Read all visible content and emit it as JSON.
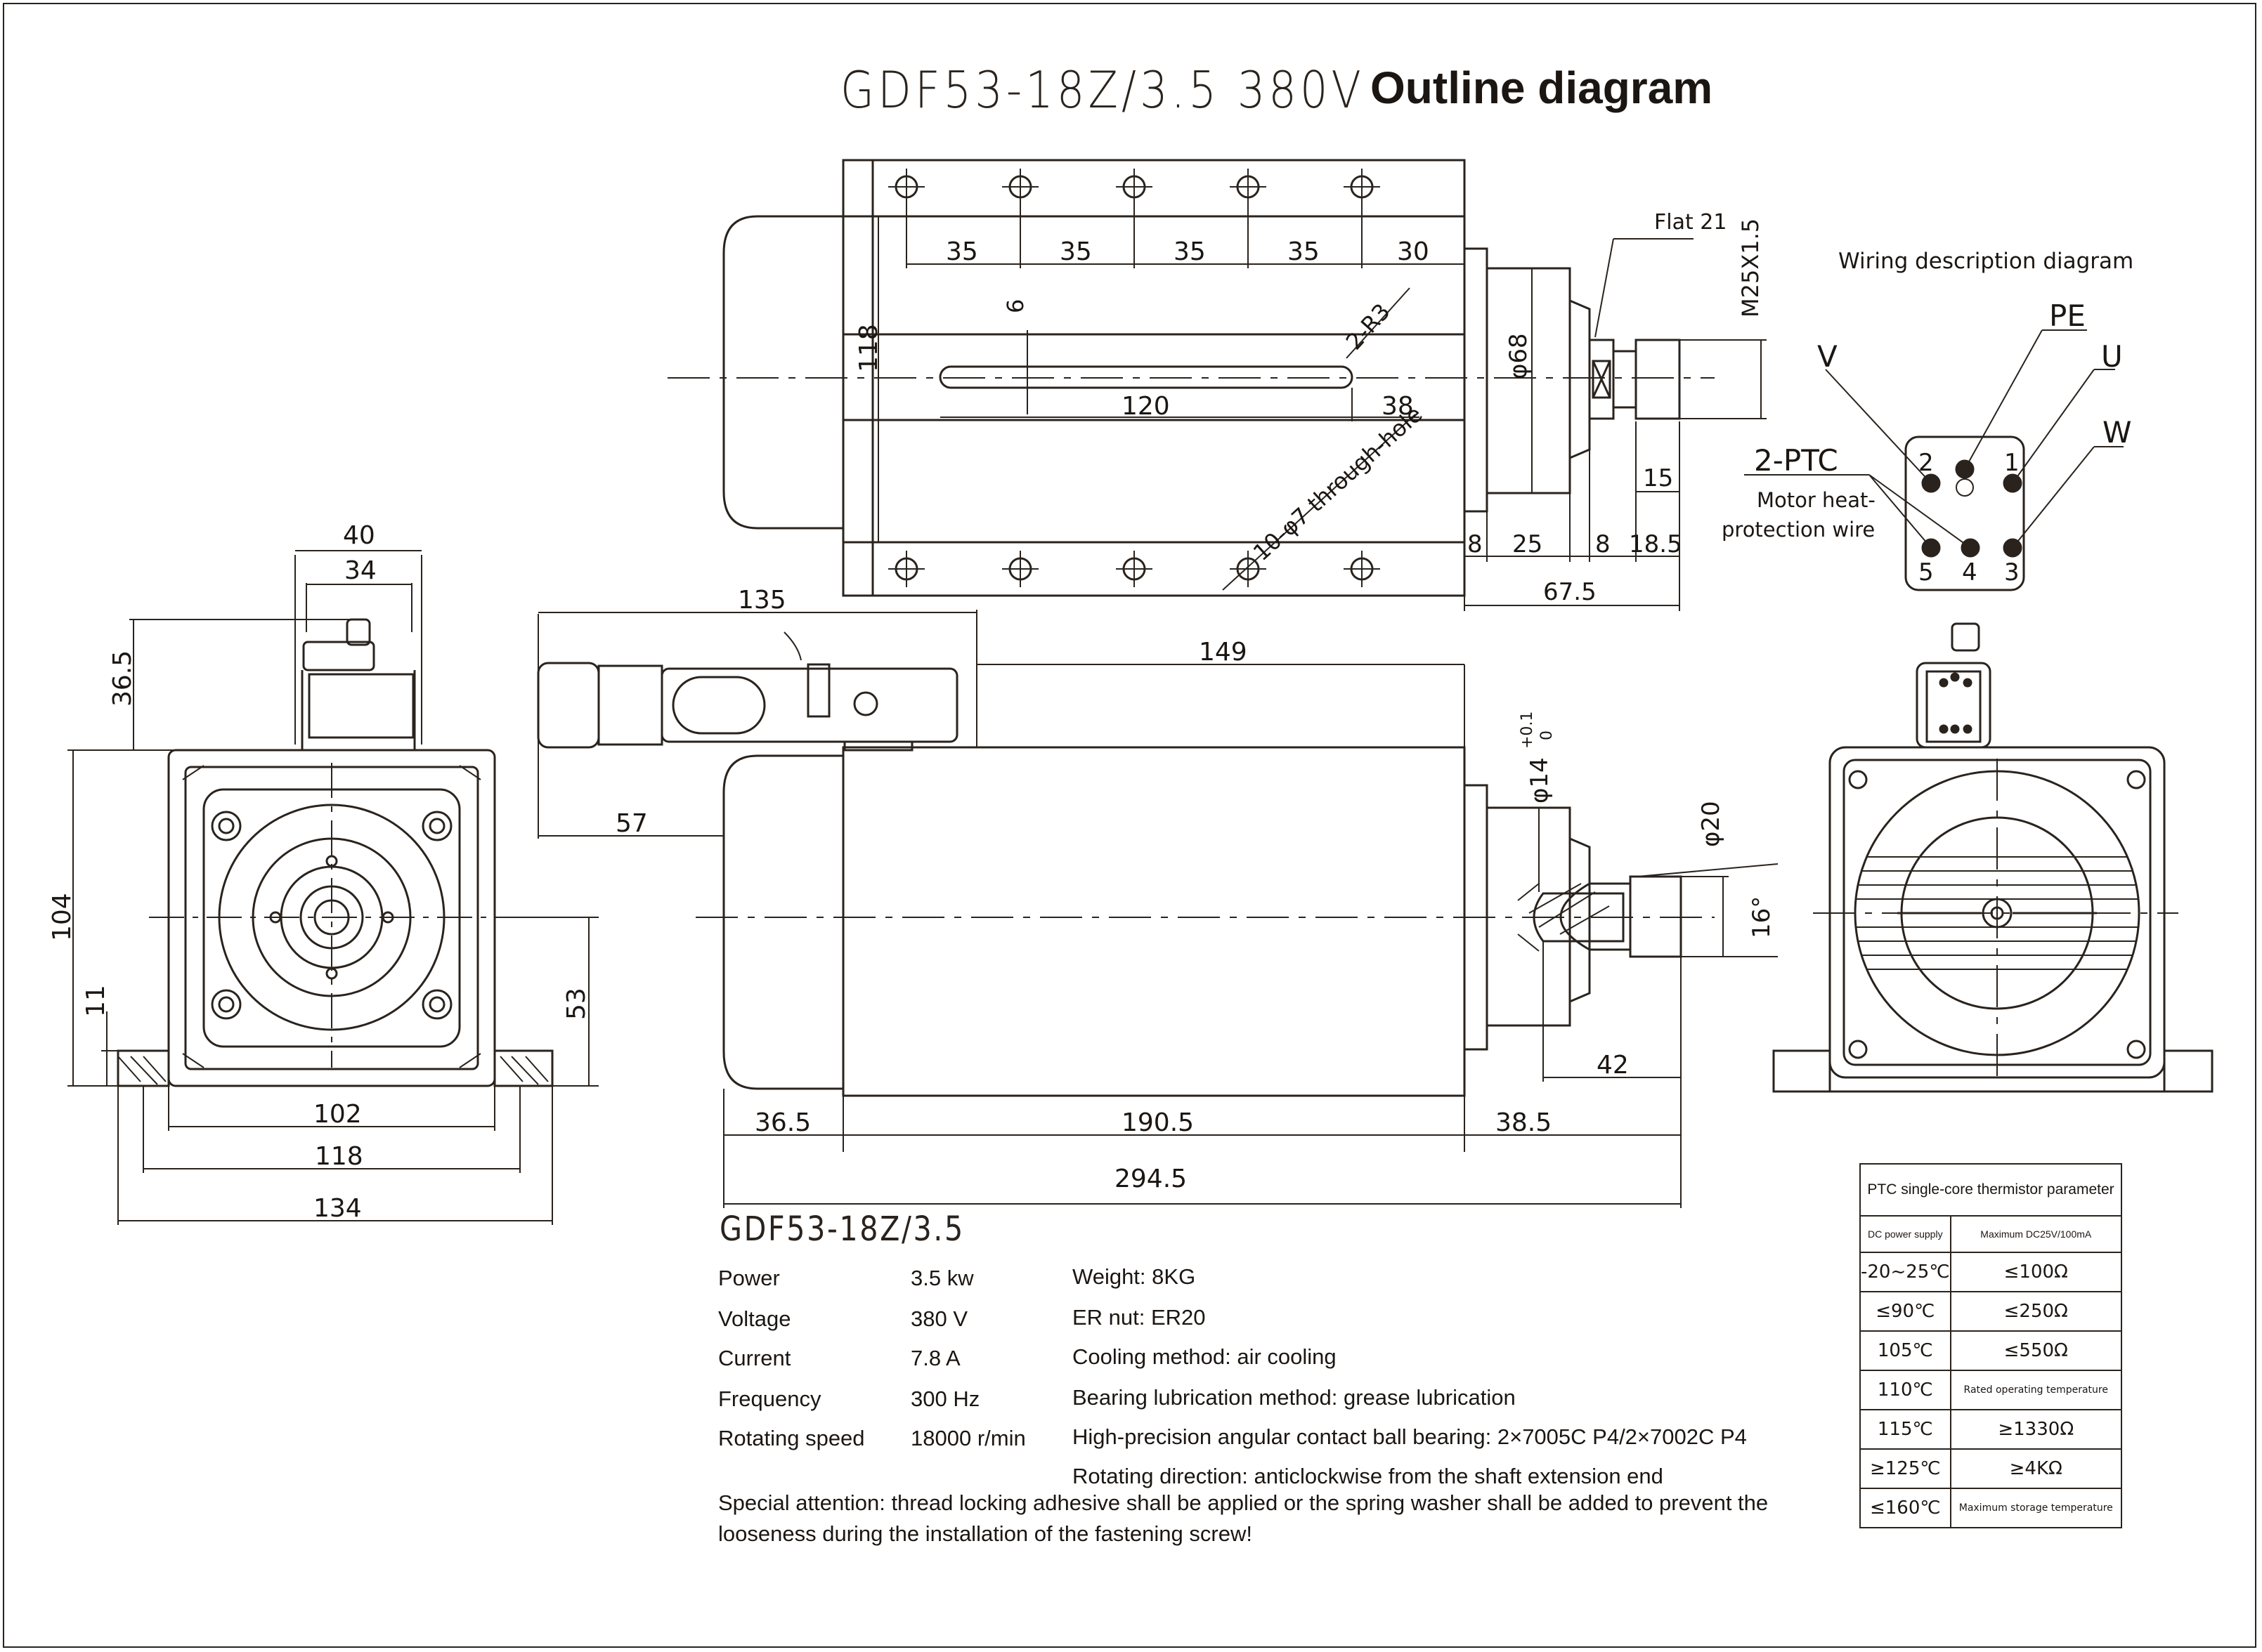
{
  "title": {
    "model": "GDF53-18Z/3.5 380V",
    "caption": "Outline diagram"
  },
  "top_view": {
    "dims": {
      "pitch1": "35",
      "pitch2": "35",
      "pitch3": "35",
      "pitch4": "35",
      "pitch5": "30",
      "height": "118",
      "slot_w": "6",
      "slot_r": "2-R3",
      "slot_len": "120",
      "slot_end": "38",
      "holes": "10-φ7 through-hole",
      "d68": "φ68",
      "flat": "Flat 21",
      "thread": "M25X1.5",
      "d15": "15",
      "d8a": "8",
      "d25": "25",
      "d8b": "8",
      "d185": "18.5",
      "d675": "67.5"
    }
  },
  "front_view": {
    "dims": {
      "d40": "40",
      "d34": "34",
      "d365": "36.5",
      "d104": "104",
      "d11": "11",
      "d53": "53",
      "d102": "102",
      "d118": "118",
      "d134": "134"
    }
  },
  "side_view": {
    "dims": {
      "d135": "135",
      "d149": "149",
      "d57": "57",
      "d14": "φ14",
      "tol_up": "+0.1",
      "tol_dn": "0",
      "d20": "φ20",
      "d16": "16°",
      "d42": "42",
      "d365": "36.5",
      "d1905": "190.5",
      "d385": "38.5",
      "d2945": "294.5"
    }
  },
  "wiring": {
    "title": "Wiring description diagram",
    "labels": {
      "v": "V",
      "pe": "PE",
      "u": "U",
      "w": "W",
      "ptc": "2-PTC",
      "ptc_desc1": "Motor heat-",
      "ptc_desc2": "protection wire"
    },
    "pins": {
      "p1": "1",
      "p2": "2",
      "p3": "3",
      "p4": "4",
      "p5": "5"
    }
  },
  "specs": {
    "model": "GDF53-18Z/3.5",
    "rows": [
      {
        "label": "Power",
        "value": "3.5 kw"
      },
      {
        "label": "Voltage",
        "value": "380 V"
      },
      {
        "label": "Current",
        "value": "7.8 A"
      },
      {
        "label": "Frequency",
        "value": "300 Hz"
      },
      {
        "label": "Rotating speed",
        "value": "18000 r/min"
      }
    ],
    "details": [
      "Weight: 8KG",
      "ER nut: ER20",
      "Cooling method: air cooling",
      "Bearing lubrication method: grease lubrication",
      "High-precision angular contact ball bearing: 2×7005C P4/2×7002C P4",
      "Rotating direction: anticlockwise from the shaft extension end"
    ],
    "note": "Special attention: thread locking adhesive shall be applied or the spring washer shall be added to prevent the looseness during the installation of the fastening screw!"
  },
  "ptc_table": {
    "title": "PTC single-core thermistor parameter",
    "head_left": "DC power supply",
    "head_right": "Maximum DC25V/100mA",
    "rows": [
      {
        "temp": "-20~25℃",
        "value": "≤100Ω"
      },
      {
        "temp": "≤90℃",
        "value": "≤250Ω"
      },
      {
        "temp": "105℃",
        "value": "≤550Ω"
      },
      {
        "temp": "110℃",
        "value": "Rated operating temperature"
      },
      {
        "temp": "115℃",
        "value": "≥1330Ω"
      },
      {
        "temp": "≥125℃",
        "value": "≥4KΩ"
      },
      {
        "temp": "≤160℃",
        "value": "Maximum storage temperature"
      }
    ]
  },
  "colors": {
    "line": "#2a231d",
    "paper": "#ffffff"
  }
}
